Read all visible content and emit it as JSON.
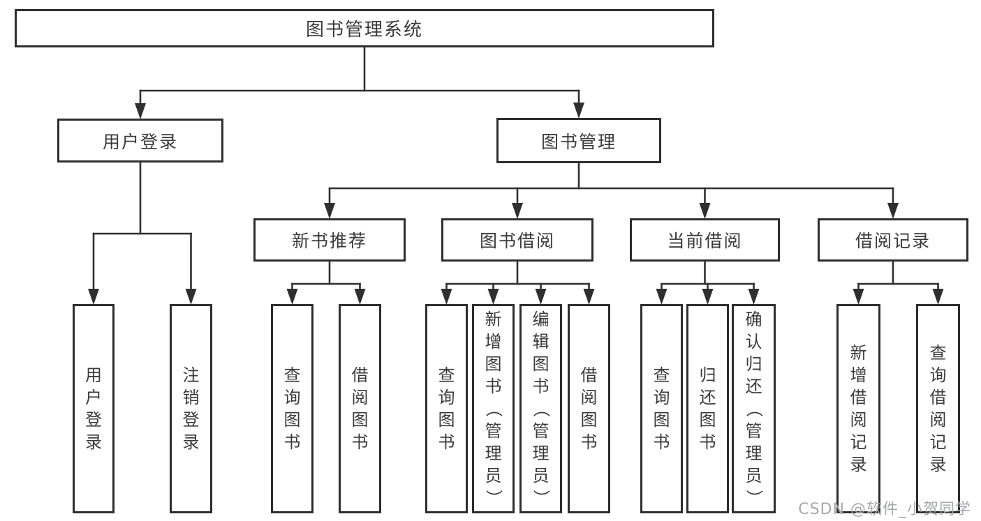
{
  "diagram": {
    "title": "图书管理系统",
    "nodes": [
      {
        "id": "root",
        "label": "图书管理系统",
        "parent": null,
        "orientation": "horizontal"
      },
      {
        "id": "user-login",
        "label": "用户登录",
        "parent": "root",
        "orientation": "horizontal"
      },
      {
        "id": "book-mgmt",
        "label": "图书管理",
        "parent": "root",
        "orientation": "horizontal"
      },
      {
        "id": "new-book-rec",
        "label": "新书推荐",
        "parent": "book-mgmt",
        "orientation": "horizontal"
      },
      {
        "id": "book-borrow",
        "label": "图书借阅",
        "parent": "book-mgmt",
        "orientation": "horizontal"
      },
      {
        "id": "current-borrow",
        "label": "当前借阅",
        "parent": "book-mgmt",
        "orientation": "horizontal"
      },
      {
        "id": "borrow-records",
        "label": "借阅记录",
        "parent": "book-mgmt",
        "orientation": "horizontal"
      },
      {
        "id": "ul-user-login",
        "label": "用户登录",
        "parent": "user-login",
        "orientation": "vertical"
      },
      {
        "id": "ul-logout",
        "label": "注销登录",
        "parent": "user-login",
        "orientation": "vertical"
      },
      {
        "id": "nb-query-book",
        "label": "查询图书",
        "parent": "new-book-rec",
        "orientation": "vertical"
      },
      {
        "id": "nb-borrow-book",
        "label": "借阅图书",
        "parent": "new-book-rec",
        "orientation": "vertical"
      },
      {
        "id": "bb-query-book",
        "label": "查询图书",
        "parent": "book-borrow",
        "orientation": "vertical"
      },
      {
        "id": "bb-add-book",
        "label": "新增图书（管理员）",
        "parent": "book-borrow",
        "orientation": "vertical"
      },
      {
        "id": "bb-edit-book",
        "label": "编辑图书（管理员）",
        "parent": "book-borrow",
        "orientation": "vertical"
      },
      {
        "id": "bb-borrow-book",
        "label": "借阅图书",
        "parent": "book-borrow",
        "orientation": "vertical"
      },
      {
        "id": "cb-query-book",
        "label": "查询图书",
        "parent": "current-borrow",
        "orientation": "vertical"
      },
      {
        "id": "cb-return-book",
        "label": "归还图书",
        "parent": "current-borrow",
        "orientation": "vertical"
      },
      {
        "id": "cb-confirm-return",
        "label": "确认归还（管理员）",
        "parent": "current-borrow",
        "orientation": "vertical"
      },
      {
        "id": "br-add-record",
        "label": "新增借阅记录",
        "parent": "borrow-records",
        "orientation": "vertical"
      },
      {
        "id": "br-query-record",
        "label": "查询借阅记录",
        "parent": "borrow-records",
        "orientation": "vertical"
      }
    ]
  },
  "watermark": {
    "text": "CSDN @软件_小贺同学"
  },
  "colors": {
    "line": "#2f2f2f",
    "box_border": "#2d2d2d",
    "text": "#3a3a3a",
    "background": "#ffffff",
    "watermark": "#a6a8ad"
  }
}
